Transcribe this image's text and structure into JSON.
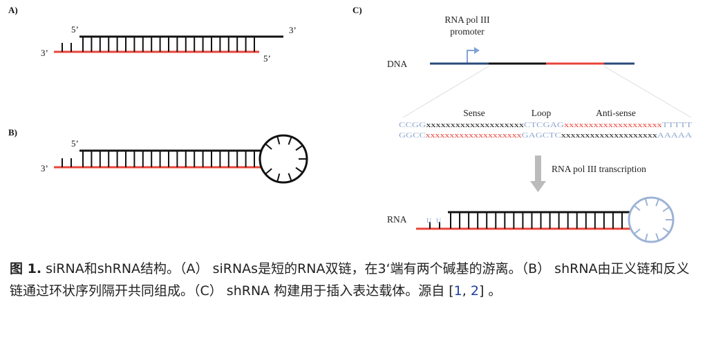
{
  "panels": {
    "a": {
      "label": "A)",
      "ends": {
        "top_left": "5’",
        "top_right": "3’",
        "bottom_left": "3’",
        "bottom_right": "5’"
      }
    },
    "b": {
      "label": "B)",
      "ends": {
        "top_left": "5’",
        "bottom_left": "3’"
      }
    },
    "c": {
      "label": "C)",
      "promoter_line1": "RNA pol III",
      "promoter_line2": "promoter",
      "dna_label": "DNA",
      "sense_label": "Sense",
      "loop_label": "Loop",
      "antisense_label": "Anti-sense",
      "top_strand": {
        "lead": "CCGG",
        "sense": "xxxxxxxxxxxxxxxxxxxx",
        "loop": "CTCGAG",
        "antisense": "xxxxxxxxxxxxxxxxxxxx",
        "tail": "TTTTT"
      },
      "bottom_strand": {
        "lead": "GGCC",
        "sense": "xxxxxxxxxxxxxxxxxxxx",
        "loop": "GAGCTC",
        "antisense": "xxxxxxxxxxxxxxxxxxxx",
        "tail": "AAAAA"
      },
      "transcription_label": "RNA pol III transcription",
      "rna_label": "RNA",
      "overhang_1": "U",
      "overhang_2": "U"
    }
  },
  "colors": {
    "strand_black": "#111111",
    "strand_red": "#e8443a",
    "dna_blue": "#2b4a7a",
    "light_blue": "#8fa8d0",
    "arrow_gray": "#bbbbbb"
  },
  "caption": {
    "fig_num": "图 1.",
    "text": " siRNA和shRNA结构。（A） siRNAs是短的RNA双链，在3‘端有两个碱基的游离。（B） shRNA由正义链和反义链通过环状序列隔开共同组成。（C） shRNA 构建用于插入表达载体。源自 [",
    "ref1": "1",
    "sep": ", ",
    "ref2": "2",
    "end": "] 。"
  }
}
